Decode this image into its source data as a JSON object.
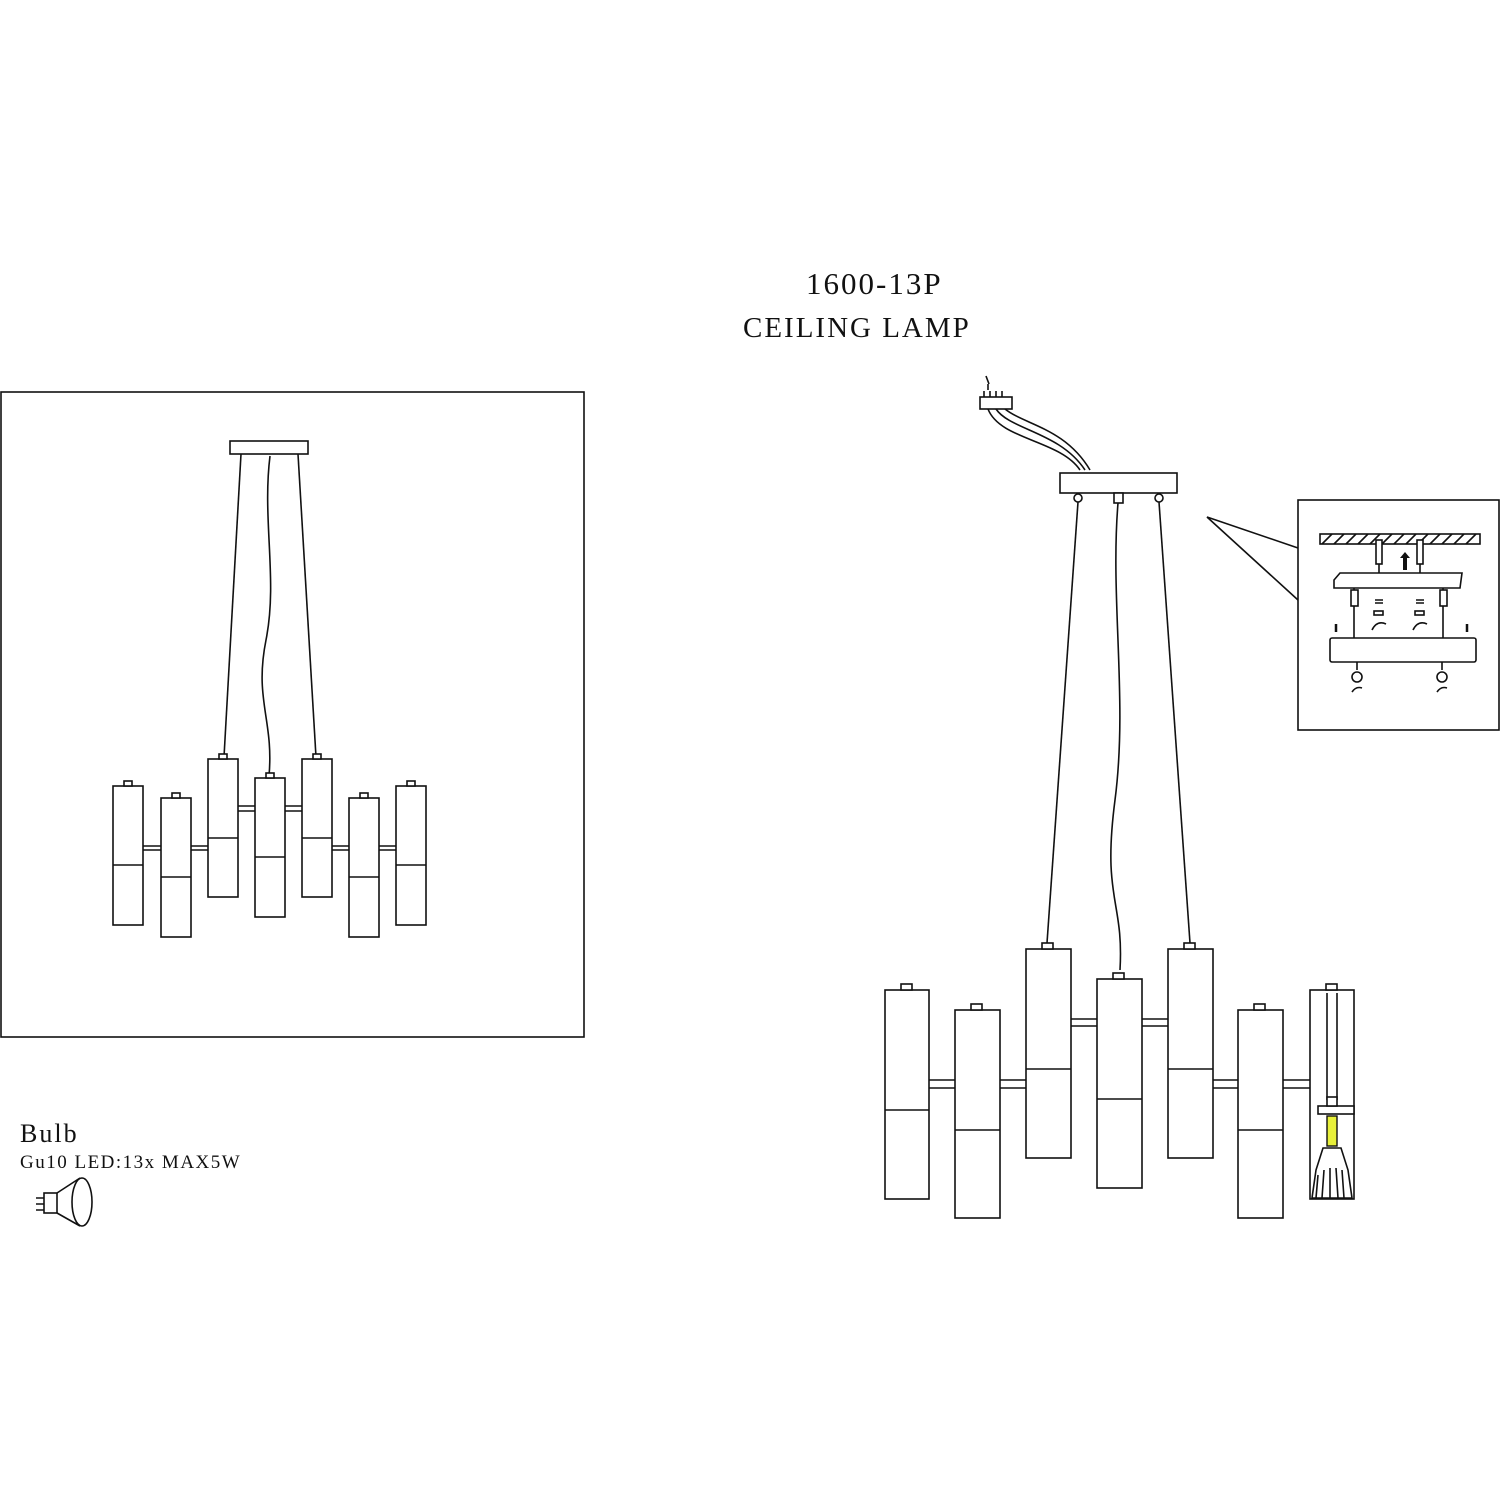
{
  "header": {
    "model_number": "1600-13P",
    "product_type": "CEILING LAMP"
  },
  "bulb_info": {
    "title": "Bulb",
    "spec": "Gu10 LED:13x MAX5W",
    "icon": "gu10-bulb-icon"
  },
  "colors": {
    "line": "#111111",
    "highlight": "#e8f03a"
  }
}
